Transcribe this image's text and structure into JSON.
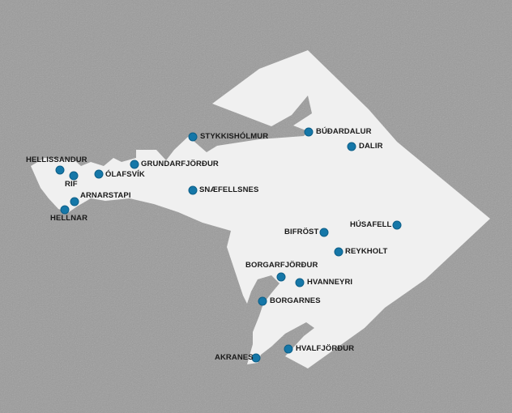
{
  "map": {
    "region_fill": "#f0f0f0",
    "background": "#9a9a9a",
    "marker_color": "#1577a8",
    "places": [
      {
        "id": "hellissandur",
        "name": "HELLISSANDUR"
      },
      {
        "id": "rif",
        "name": "RIF"
      },
      {
        "id": "olafsvik",
        "name": "ÓLAFSVÍK"
      },
      {
        "id": "grundarfjordur",
        "name": "GRUNDARFJÖRÐUR"
      },
      {
        "id": "stykkisholmur",
        "name": "STYKKISHÓLMUR"
      },
      {
        "id": "budardalur",
        "name": "BÚÐARDALUR"
      },
      {
        "id": "dalir",
        "name": "DALIR"
      },
      {
        "id": "arnarstapi",
        "name": "ARNARSTAPI"
      },
      {
        "id": "hellnar",
        "name": "HELLNAR"
      },
      {
        "id": "snaefellsnes",
        "name": "SNÆFELLSNES"
      },
      {
        "id": "husafell",
        "name": "HÚSAFELL"
      },
      {
        "id": "bifrost",
        "name": "BIFRÖST"
      },
      {
        "id": "reykholt",
        "name": "REYKHOLT"
      },
      {
        "id": "borgarfjordur",
        "name": "BORGARFJÖRÐUR"
      },
      {
        "id": "hvanneyri",
        "name": "HVANNEYRI"
      },
      {
        "id": "borgarnes",
        "name": "BORGARNES"
      },
      {
        "id": "akranes",
        "name": "AKRANES"
      },
      {
        "id": "hvalfjordur",
        "name": "HVALFJÖRÐUR"
      }
    ]
  }
}
